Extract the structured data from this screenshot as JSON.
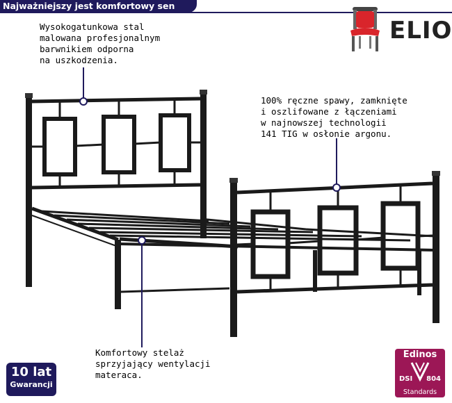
{
  "banner": {
    "title": "Najważniejszy jest komfortowy sen"
  },
  "brand": {
    "name": "ELIOR"
  },
  "annotations": {
    "material": "Wysokogatunkowa stal\nmalowana profesjonalnym\nbarwnikiem odporna\nna uszkodzenia.",
    "welds": "100% ręczne spawy, zamknięte\ni oszlifowane z łączeniami\nw najnowszej technologii\n141 TIG w osłonie argonu.",
    "slats": "Komfortowy stelaż\nsprzyjający wentylacji\nmateraca."
  },
  "warranty": {
    "line1": "10 lat",
    "line2": "Gwarancji"
  },
  "certificate": {
    "brand": "Edinos",
    "left": "DSI",
    "right": "804",
    "bottom": "Standards"
  },
  "colors": {
    "navy": "#1f1a5c",
    "badge": "#9c1756",
    "metal": "#1a1a1a",
    "chair": "#d9252b"
  }
}
